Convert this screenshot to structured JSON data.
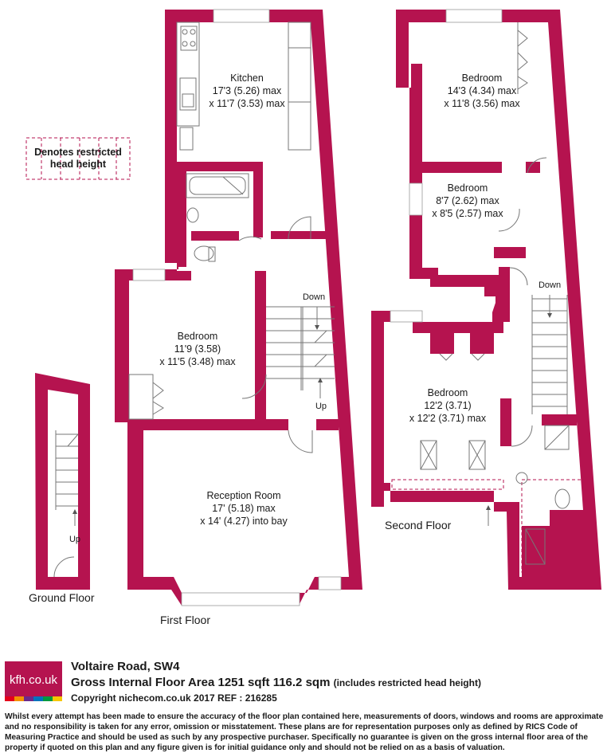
{
  "plan": {
    "legend": [
      "Denotes restricted",
      "head height"
    ],
    "floors": {
      "ground": "Ground Floor",
      "first": "First Floor",
      "second": "Second Floor"
    },
    "rooms": {
      "kitchen": [
        "Kitchen",
        "17'3 (5.26) max",
        "x 11'7 (3.53) max"
      ],
      "first_bedroom": [
        "Bedroom",
        "11'9 (3.58)",
        "x 11'5 (3.48) max"
      ],
      "reception": [
        "Reception Room",
        "17' (5.18) max",
        "x 14' (4.27) into bay"
      ],
      "second_bedroom_a": [
        "Bedroom",
        "14'3 (4.34) max",
        "x 11'8 (3.56) max"
      ],
      "second_bedroom_b": [
        "Bedroom",
        "8'7 (2.62) max",
        "x 8'5 (2.57) max"
      ],
      "second_bedroom_c": [
        "Bedroom",
        "12'2 (3.71)",
        "x 12'2 (3.71) max"
      ]
    },
    "stairs": {
      "first_down": "Down",
      "first_up": "Up",
      "second_down": "Down",
      "ground_up": "Up"
    },
    "colors": {
      "wall": "#b5134f",
      "fixture": "#777777"
    }
  },
  "footer": {
    "logo": "kfh.co.uk",
    "logo_stripe_colors": [
      "#e4001b",
      "#f39200",
      "#6a2a8c",
      "#0073bd",
      "#009a3e",
      "#f7c600"
    ],
    "address": "Voltaire Road, SW4",
    "area": "Gross Internal Floor Area 1251 sqft 116.2 sqm",
    "area_note": "(includes restricted head height)",
    "copyright": "Copyright nichecom.co.uk 2017 REF : 216285",
    "disclaimer": "Whilst every attempt has been made to ensure the accuracy of the floor plan contained here, measurements of doors, windows and rooms are approximate and no responsibility is taken for any error, omission or misstatement.  These plans are for representation purposes only as defined by RICS Code of Measuring Practice and should be used as such by any prospective purchaser.  Specifically no guarantee is given on the gross internal floor area of the property if quoted on this plan and any figure given is for initial guidance only and should not be relied on as a basis of valuation."
  }
}
